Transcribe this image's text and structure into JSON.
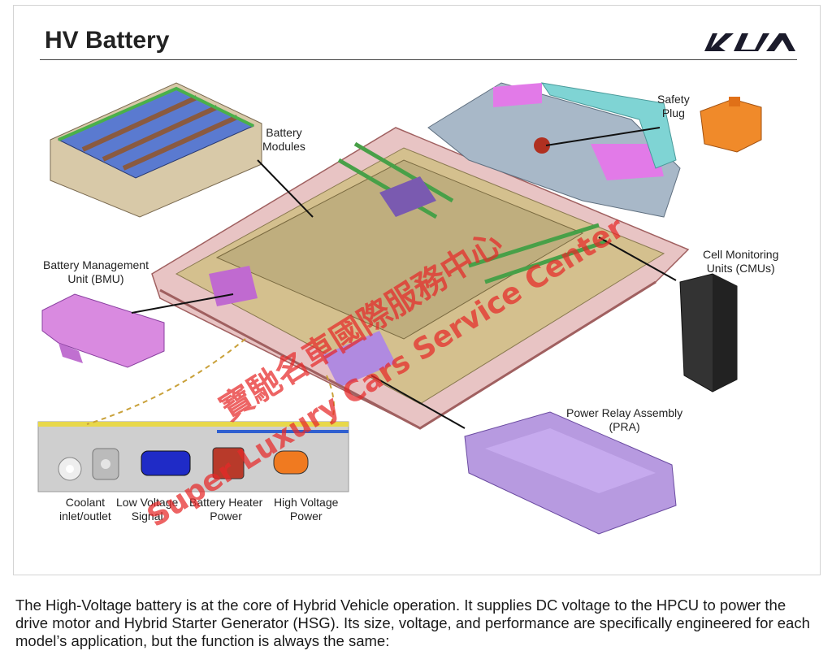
{
  "slide": {
    "title": "HV Battery",
    "logo_text": "KIA",
    "labels": {
      "battery_modules": "Battery\nModules",
      "safety_plug": "Safety\nPlug",
      "bmu": "Battery Management\nUnit (BMU)",
      "cmu": "Cell Monitoring\nUnits (CMUs)",
      "pra": "Power Relay Assembly\n(PRA)"
    },
    "connectors": [
      {
        "label": "Coolant\ninlet/outlet"
      },
      {
        "label": "Low Voltage\nSignal"
      },
      {
        "label": "Battery Heater\nPower"
      },
      {
        "label": "High Voltage\nPower"
      }
    ],
    "watermark": {
      "line1": "寶馳名車國際服務中心",
      "line2": "Super Luxury Cars Service Center"
    }
  },
  "body": {
    "paragraph": "The High-Voltage battery is at the core of Hybrid Vehicle operation. It supplies DC voltage to the HPCU to power the drive motor and Hybrid Starter Generator (HSG). Its size, voltage, and performance are specifically engineered for each model’s application, but the function is always the same:"
  },
  "colors": {
    "tray": "#d9a0a0",
    "modules": "#c9b88a",
    "bmu": "#d98ae0",
    "pra": "#b79ae0",
    "safety_plug": "#f08a2a",
    "cmu": "#333333",
    "watermark": "#e62828"
  }
}
